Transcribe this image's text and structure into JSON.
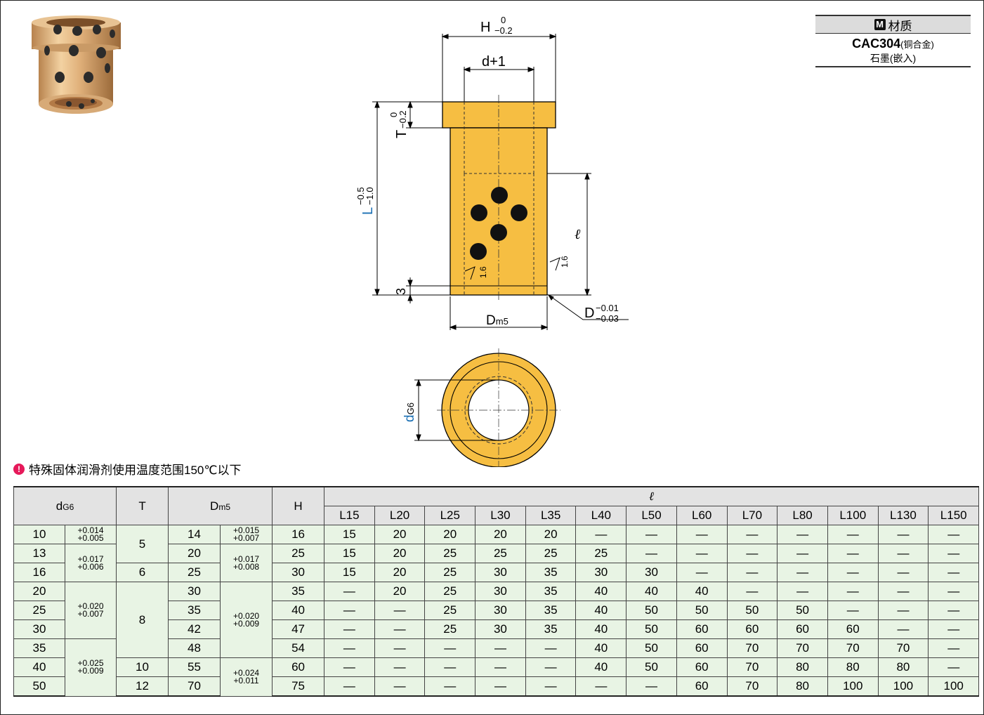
{
  "material": {
    "badge": "M",
    "heading": "材质",
    "grade": "CAC304",
    "grade_note": "(铜合金)",
    "lubricant": "石墨(嵌入)"
  },
  "drawing": {
    "H_label": "H",
    "H_tol_upper": "0",
    "H_tol_lower": "−0.2",
    "d_plus": "d+1",
    "T_label": "T",
    "T_tol_upper": "0",
    "T_tol_lower": "−0.2",
    "L_label": "L",
    "L_tol_upper": "−0.5",
    "L_tol_lower": "−1.0",
    "ell_label": "ℓ",
    "roughness": "1.6",
    "dim_3": "3",
    "Dm5_label": "D",
    "Dm5_sub": "m5",
    "D_label": "D",
    "D_tol_upper": "−0.01",
    "D_tol_lower": "−0.03",
    "dG6_label": "d",
    "dG6_sub": "G6"
  },
  "note": {
    "icon": "!",
    "text": "特殊固体润滑剂使用温度范围150℃以下"
  },
  "table": {
    "h_d": "d",
    "h_d_sub": "G6",
    "h_T": "T",
    "h_D": "D",
    "h_D_sub": "m5",
    "h_H": "H",
    "h_ell": "ℓ",
    "l_cols": [
      "L15",
      "L20",
      "L25",
      "L30",
      "L35",
      "L40",
      "L50",
      "L60",
      "L70",
      "L80",
      "L100",
      "L130",
      "L150"
    ],
    "d_tol": [
      {
        "up": "+0.014",
        "lo": "+0.005"
      },
      {
        "up": "+0.017",
        "lo": "+0.006"
      },
      {
        "up": "+0.020",
        "lo": "+0.007"
      },
      {
        "up": "+0.025",
        "lo": "+0.009"
      }
    ],
    "D_tol": [
      {
        "up": "+0.015",
        "lo": "+0.007"
      },
      {
        "up": "+0.017",
        "lo": "+0.008"
      },
      {
        "up": "+0.020",
        "lo": "+0.009"
      },
      {
        "up": "+0.024",
        "lo": "+0.011"
      }
    ],
    "T_vals": [
      "5",
      "6",
      "8",
      "10",
      "12"
    ],
    "rows": [
      {
        "d": "10",
        "D": "14",
        "H": "16",
        "l": [
          "15",
          "20",
          "20",
          "20",
          "20",
          "—",
          "—",
          "—",
          "—",
          "—",
          "—",
          "—",
          "—"
        ]
      },
      {
        "d": "13",
        "D": "20",
        "H": "25",
        "l": [
          "15",
          "20",
          "25",
          "25",
          "25",
          "25",
          "—",
          "—",
          "—",
          "—",
          "—",
          "—",
          "—"
        ]
      },
      {
        "d": "16",
        "D": "25",
        "H": "30",
        "l": [
          "15",
          "20",
          "25",
          "30",
          "35",
          "30",
          "30",
          "—",
          "—",
          "—",
          "—",
          "—",
          "—"
        ]
      },
      {
        "d": "20",
        "D": "30",
        "H": "35",
        "l": [
          "—",
          "20",
          "25",
          "30",
          "35",
          "40",
          "40",
          "40",
          "—",
          "—",
          "—",
          "—",
          "—"
        ]
      },
      {
        "d": "25",
        "D": "35",
        "H": "40",
        "l": [
          "—",
          "—",
          "25",
          "30",
          "35",
          "40",
          "50",
          "50",
          "50",
          "50",
          "—",
          "—",
          "—"
        ]
      },
      {
        "d": "30",
        "D": "42",
        "H": "47",
        "l": [
          "—",
          "—",
          "25",
          "30",
          "35",
          "40",
          "50",
          "60",
          "60",
          "60",
          "60",
          "—",
          "—"
        ]
      },
      {
        "d": "35",
        "D": "48",
        "H": "54",
        "l": [
          "—",
          "—",
          "—",
          "—",
          "—",
          "40",
          "50",
          "60",
          "70",
          "70",
          "70",
          "70",
          "—"
        ]
      },
      {
        "d": "40",
        "D": "55",
        "H": "60",
        "l": [
          "—",
          "—",
          "—",
          "—",
          "—",
          "40",
          "50",
          "60",
          "70",
          "80",
          "80",
          "80",
          "—"
        ]
      },
      {
        "d": "50",
        "D": "70",
        "H": "75",
        "l": [
          "—",
          "—",
          "—",
          "—",
          "—",
          "—",
          "—",
          "60",
          "70",
          "80",
          "100",
          "100",
          "100"
        ]
      }
    ]
  }
}
